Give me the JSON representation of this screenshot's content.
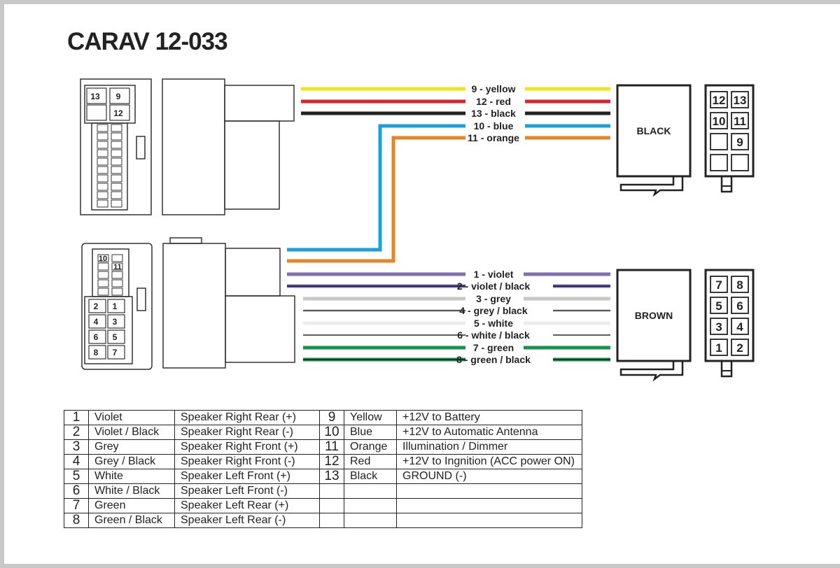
{
  "title": "CARAV 12-033",
  "connectors": {
    "black": {
      "label": "BLACK",
      "pins": [
        "12",
        "13",
        "10",
        "11",
        "",
        "9",
        "",
        ""
      ]
    },
    "brown": {
      "label": "BROWN",
      "pins": [
        "7",
        "8",
        "5",
        "6",
        "3",
        "4",
        "1",
        "2"
      ]
    }
  },
  "iso_connector": {
    "upper_pins": [
      "13",
      "9",
      "",
      "12"
    ],
    "lower_top_pins": [
      "10",
      "11"
    ],
    "lower_pins": [
      "2",
      "1",
      "4",
      "3",
      "6",
      "5",
      "8",
      "7"
    ]
  },
  "wires_power": [
    {
      "label": "9 - yellow",
      "color": "#f6e21c"
    },
    {
      "label": "12 - red",
      "color": "#d8242c"
    },
    {
      "label": "13 - black",
      "color": "#222222"
    },
    {
      "label": "10 - blue",
      "color": "#1ba0dc"
    },
    {
      "label": "11 - orange",
      "color": "#e88428"
    }
  ],
  "wires_speaker": [
    {
      "label": "1 - violet",
      "color": "#7d6fb0",
      "stripe": null
    },
    {
      "label": "2 - violet / black",
      "color": "#7d6fb0",
      "stripe": "#2a2450"
    },
    {
      "label": "3 - grey",
      "color": "#c6c6c6",
      "stripe": null
    },
    {
      "label": "4 - grey / black",
      "color": "#c6c6c6",
      "stripe": "#333333"
    },
    {
      "label": "5 - white",
      "color": "#ececec",
      "stripe": null
    },
    {
      "label": "6 - white / black",
      "color": "#ececec",
      "stripe": "#333333"
    },
    {
      "label": "7 - green",
      "color": "#16934a",
      "stripe": null
    },
    {
      "label": "8 - green / black",
      "color": "#16934a",
      "stripe": "#0b3a1e"
    }
  ],
  "pin_table": {
    "left": [
      {
        "pin": "1",
        "color": "Violet",
        "function": "Speaker Right Rear (+)"
      },
      {
        "pin": "2",
        "color": "Violet / Black",
        "function": "Speaker Right Rear (-)"
      },
      {
        "pin": "3",
        "color": "Grey",
        "function": "Speaker Right Front (+)"
      },
      {
        "pin": "4",
        "color": "Grey / Black",
        "function": "Speaker Right Front (-)"
      },
      {
        "pin": "5",
        "color": "White",
        "function": "Speaker Left Front (+)"
      },
      {
        "pin": "6",
        "color": "White / Black",
        "function": "Speaker Left Front (-)"
      },
      {
        "pin": "7",
        "color": "Green",
        "function": "Speaker Left Rear (+)"
      },
      {
        "pin": "8",
        "color": "Green / Black",
        "function": "Speaker Left Rear (-)"
      }
    ],
    "right": [
      {
        "pin": "9",
        "color": "Yellow",
        "function": "+12V to Battery"
      },
      {
        "pin": "10",
        "color": "Blue",
        "function": "+12V to Automatic Antenna"
      },
      {
        "pin": "11",
        "color": "Orange",
        "function": "Illumination / Dimmer"
      },
      {
        "pin": "12",
        "color": "Red",
        "function": "+12V to Ingnition (ACC power ON)"
      },
      {
        "pin": "13",
        "color": "Black",
        "function": "GROUND (-)"
      },
      {
        "pin": "",
        "color": "",
        "function": ""
      },
      {
        "pin": "",
        "color": "",
        "function": ""
      },
      {
        "pin": "",
        "color": "",
        "function": ""
      }
    ]
  }
}
